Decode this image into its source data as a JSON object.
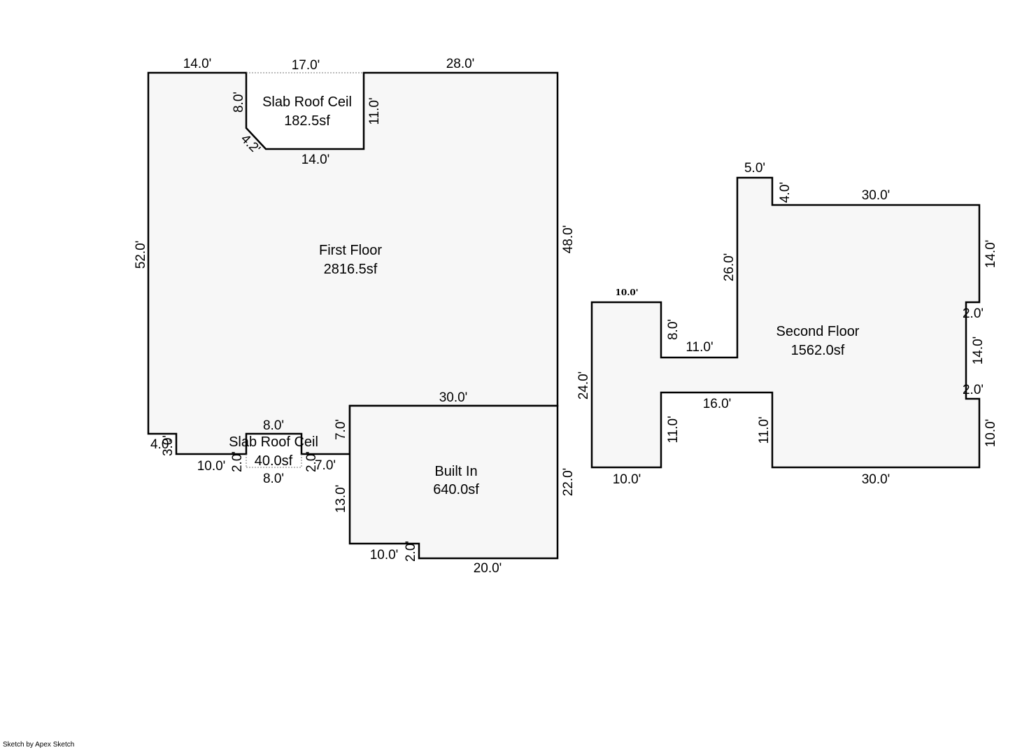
{
  "footer": {
    "credit": "Sketch by Apex Sketch"
  },
  "rooms": {
    "first_floor": {
      "name": "First Floor",
      "area": "2816.5sf"
    },
    "slab_top": {
      "name": "Slab Roof Ceil",
      "area": "182.5sf"
    },
    "slab_bottom": {
      "name": "Slab Roof Ceil",
      "area": "40.0sf"
    },
    "built_in": {
      "name": "Built In",
      "area": "640.0sf"
    },
    "second_floor": {
      "name": "Second Floor",
      "area": "1562.0sf"
    }
  },
  "dimensions": {
    "ff_top_left": "14.0'",
    "slab_top_width": "17.0'",
    "ff_top_right": "28.0'",
    "slab_left": "8.0'",
    "slab_diag": "4.2'",
    "slab_bottom": "14.0'",
    "slab_right": "11.0'",
    "ff_left": "52.0'",
    "ff_right": "48.0'",
    "ff_step_h": "4.0'",
    "ff_step_v": "3.0'",
    "ff_bottom_a": "10.0'",
    "sb_left": "2.0'",
    "sb_top": "8.0'",
    "sb_bottom": "8.0'",
    "sb_right": "2.0'",
    "ff_bottom_b": "7.0'",
    "bi_top": "30.0'",
    "bi_left_upper": "7.0'",
    "bi_left_lower": "13.0'",
    "bi_right": "22.0'",
    "bi_bottom_a": "10.0'",
    "bi_step": "2.0'",
    "bi_bottom_b": "20.0'",
    "sf_top_small": "5.0'",
    "sf_step_top": "4.0'",
    "sf_top": "30.0'",
    "sf_left_upper": "26.0'",
    "sf_right_a": "14.0'",
    "sf_notch_a": "2.0'",
    "sf_right_b": "14.0'",
    "sf_notch_b": "2.0'",
    "sf_right_c": "10.0'",
    "sf_bottom": "30.0'",
    "sf_inner_right": "11.0'",
    "sf_inner_bottom": "16.0'",
    "sf_inner_top": "11.0'",
    "sf_wing_top": "10.0'",
    "sf_wing_right_upper": "8.0'",
    "sf_wing_left": "24.0'",
    "sf_wing_bottom": "10.0'",
    "sf_wing_right_lower": "11.0'"
  }
}
